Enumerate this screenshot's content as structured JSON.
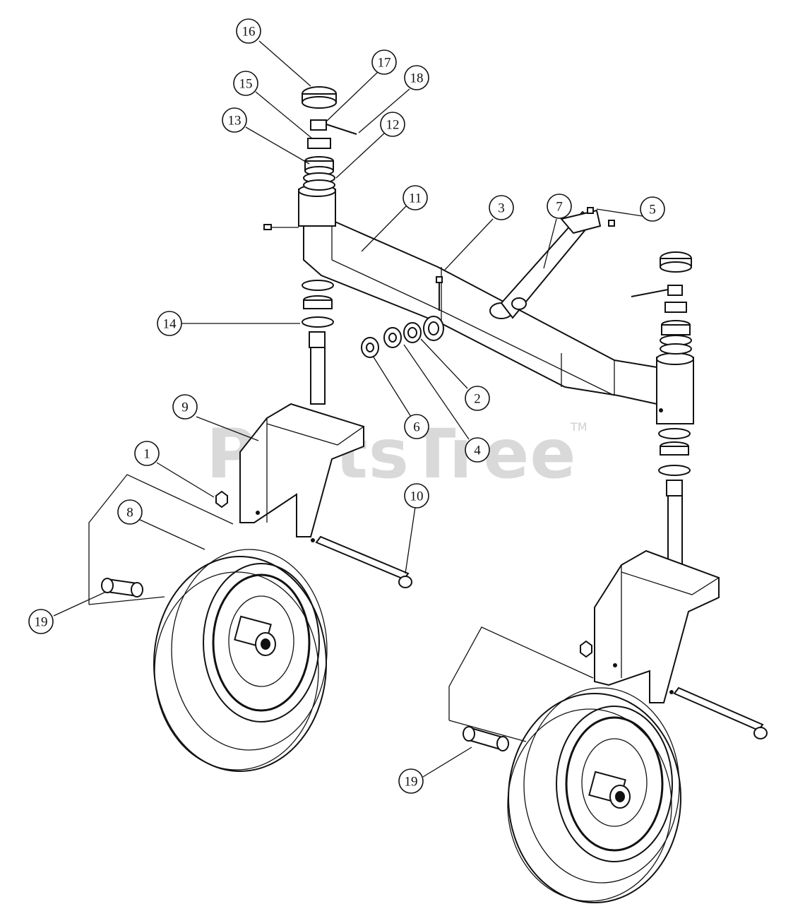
{
  "watermark": {
    "text": "PartsTree",
    "tm": "TM"
  },
  "callouts": [
    "1",
    "2",
    "3",
    "4",
    "5",
    "6",
    "7",
    "8",
    "9",
    "10",
    "11",
    "12",
    "13",
    "14",
    "15",
    "16",
    "17",
    "18",
    "19",
    "19"
  ]
}
